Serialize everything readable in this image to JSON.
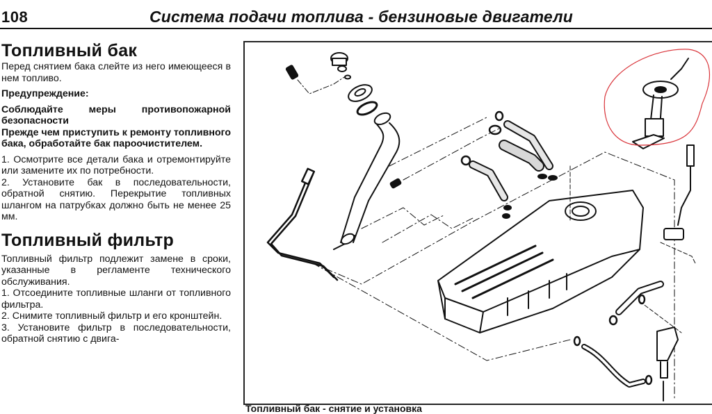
{
  "header": {
    "page_number": "108",
    "chapter_title": "Система подачи топлива - бензиновые двигатели"
  },
  "sections": [
    {
      "title": "Топливный бак",
      "intro": "Перед снятием бака слейте из него имеющееся в нем топливо.",
      "warning_label": "Предупреждение:",
      "warning_lines": [
        "Соблюдайте меры противопожарной безопасности",
        "Прежде чем приступить к ремонту топливного бака, обработайте бак пароочистителем."
      ],
      "steps": [
        "1. Осмотрите все детали бака и отремонтируйте или замените их по потребности.",
        "2. Установите бак в последовательности, обратной снятию. Перекрытие топливных шлангом на патрубках должно быть не менее 25 мм."
      ]
    },
    {
      "title": "Топливный фильтр",
      "intro": "Топливный фильтр подлежит замене в сроки, указанные в регламенте технического обслуживания.",
      "steps": [
        "1. Отсоедините топливные шланги от топливного фильтра.",
        "2. Снимите топливный фильтр и его кронштейн.",
        "3. Установите фильтр в последовательности, обратной снятию с двига-"
      ]
    }
  ],
  "figure": {
    "caption": "Топливный бак - снятие и установка",
    "highlight_color": "#d9343a",
    "ink_color": "#111111",
    "parts": [
      "filler-cap",
      "bolt",
      "o-ring",
      "filler-neck-flange",
      "gasket",
      "filler-pipe",
      "breather-hoses",
      "fuel-tank",
      "fuel-pump-assembly",
      "fuel-level-sender",
      "fuel-filter",
      "fuel-hose",
      "fuel-lines",
      "clamps"
    ]
  }
}
